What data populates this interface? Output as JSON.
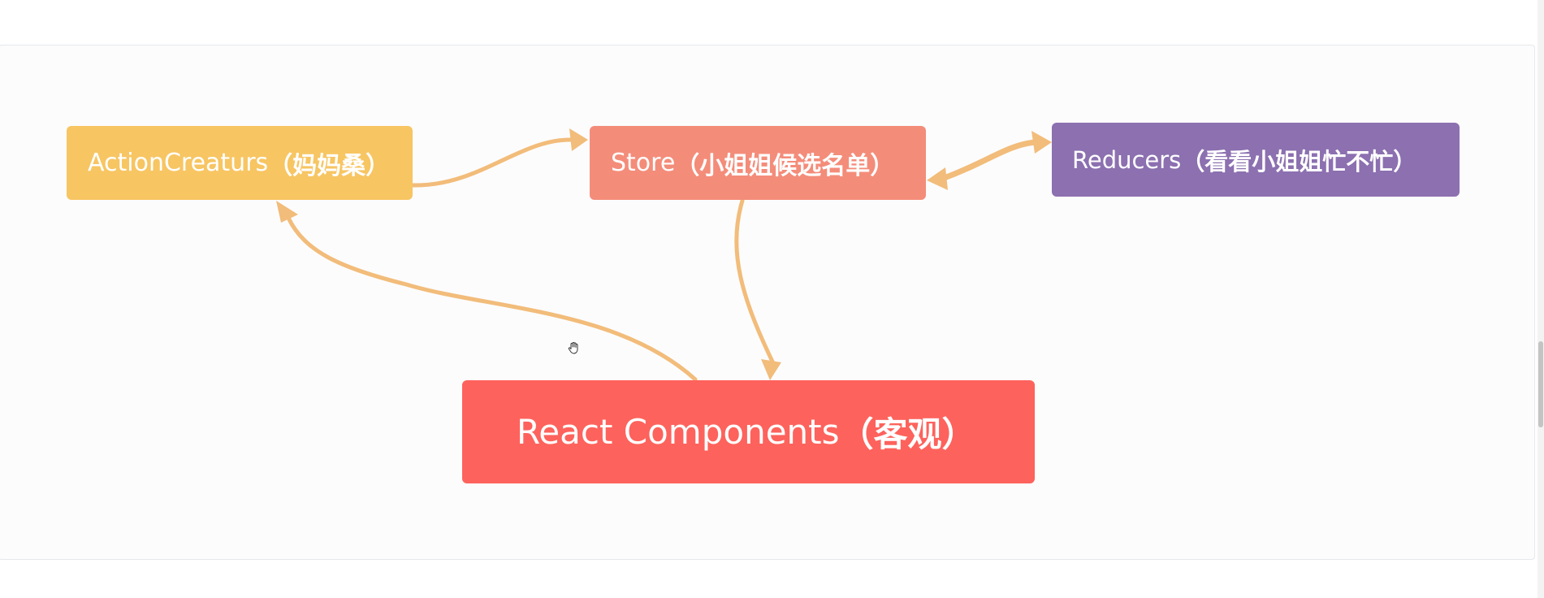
{
  "diagram": {
    "nodes": {
      "action_creators": {
        "label_en": "ActionCreaturs",
        "label_zh": "（妈妈桑）",
        "color": "#f7c562"
      },
      "store": {
        "label_en": "Store",
        "label_zh": "（小姐姐候选名单）",
        "color": "#f48c7a"
      },
      "reducers": {
        "label_en": "Reducers",
        "label_zh": "（看看小姐姐忙不忙）",
        "color": "#8c70b0"
      },
      "react_components": {
        "label_en": "React Components",
        "label_zh": "（客观）",
        "color": "#fe625c"
      }
    },
    "edge_color": "#f2bc7a"
  }
}
